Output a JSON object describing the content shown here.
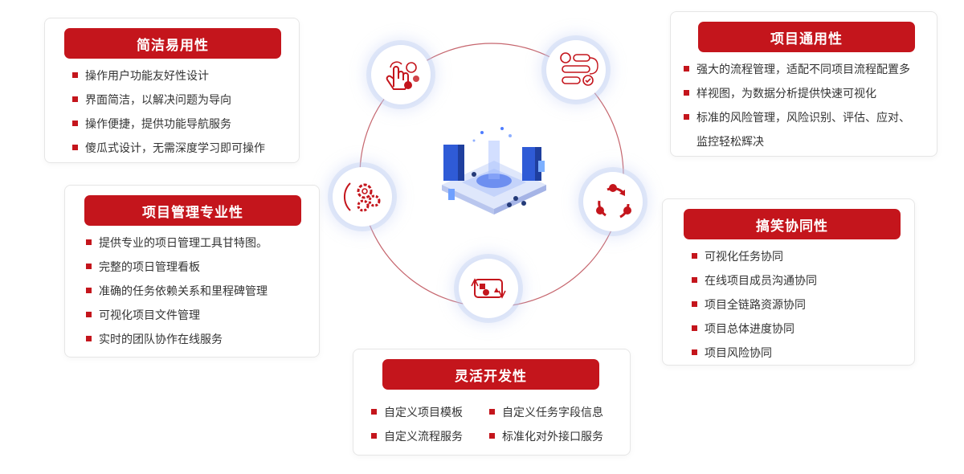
{
  "cards": {
    "simple": {
      "title": "简洁易用性",
      "items": [
        "操作用户功能友好性设计",
        "界面简洁，以解决问题为导向",
        "操作便捷，提供功能导航服务",
        "傻瓜式设计，无需深度学习即可操作"
      ]
    },
    "general": {
      "title": "项目通用性",
      "items": [
        "强大的流程管理，适配不同项目流程配置多",
        "样视图，为数据分析提供快速可视化",
        "标准的风险管理，风险识别、评估、应对、",
        "监控轻松辉决"
      ]
    },
    "professional": {
      "title": "项目管理专业性",
      "items": [
        "提供专业的项日管理工具甘特图。",
        "完整的项日管理看板",
        "准确的任务依赖关系和里程碑管理",
        "可视化项目文件管理",
        "实时的团队协作在线服务"
      ]
    },
    "collab": {
      "title": "搞笑协同性",
      "items": [
        "可视化任务协同",
        "在线项目成员沟通协同",
        "项目全链路资源协同",
        "项目总体进度协同",
        "项目风险协同"
      ]
    },
    "flexible": {
      "title": "灵活开发性",
      "items": [
        "自定义项目模板",
        "自定义任务字段信息",
        "自定义流程服务",
        "标准化对外接口服务"
      ]
    }
  },
  "icons": [
    "touch-gesture-icon",
    "workflow-icon",
    "gears-icon",
    "cycle-arrows-icon",
    "shapes-loop-icon",
    "server-platform-illustration"
  ],
  "colors": {
    "accent": "#c4151c"
  }
}
